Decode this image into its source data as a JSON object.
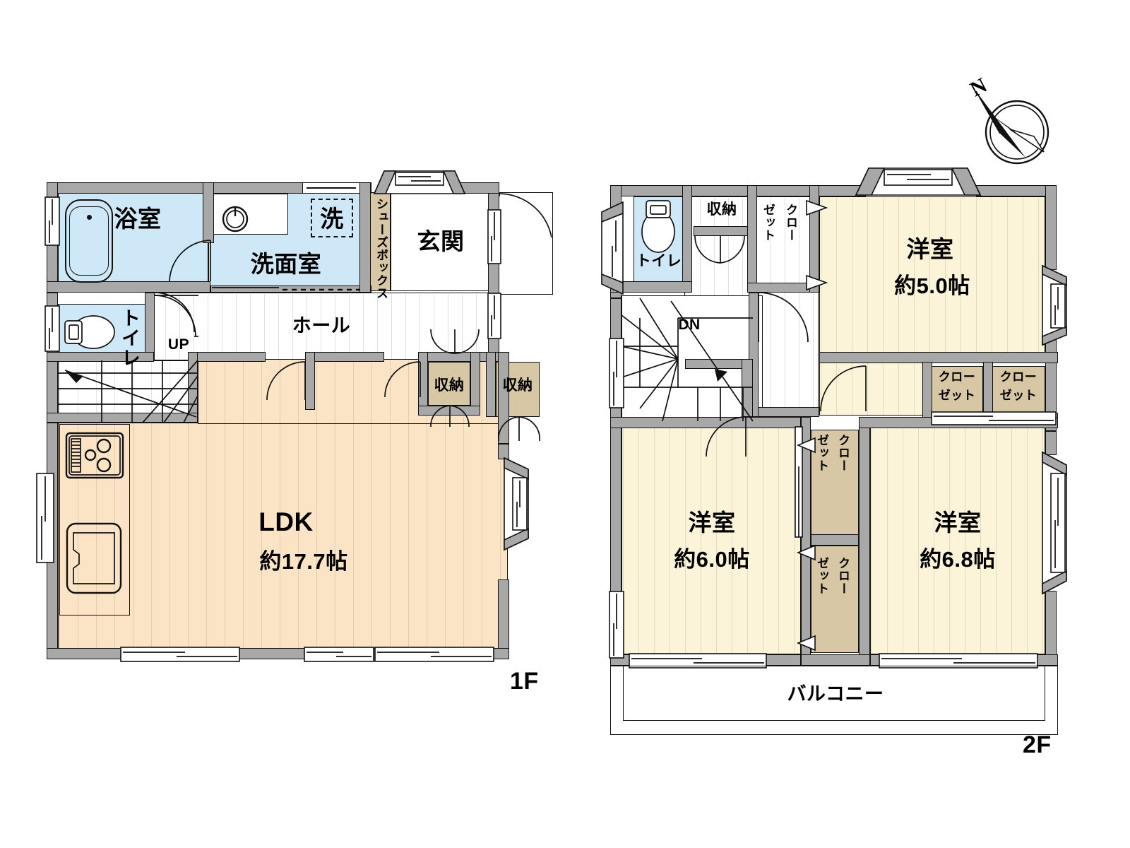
{
  "document": {
    "type": "floor-plan",
    "compass": {
      "label": "N",
      "direction": "northwest"
    },
    "floors": [
      {
        "id": "1F",
        "label": "1F"
      },
      {
        "id": "2F",
        "label": "2F"
      }
    ]
  },
  "colors": {
    "wall": "#a8a8a8",
    "outline": "#111111",
    "wet_room": "#cfe8f7",
    "ldk_floor": "#fbe3c6",
    "bedroom_floor": "#fbf4d9",
    "closet": "#d8c7a4",
    "white": "#ffffff"
  },
  "floor1": {
    "label": "1F",
    "rooms": [
      {
        "name": "bathroom",
        "label": "浴室",
        "area": ""
      },
      {
        "name": "washroom",
        "label": "洗面室",
        "area": ""
      },
      {
        "name": "laundry-space",
        "label": "洗",
        "area": ""
      },
      {
        "name": "toilet",
        "label": "トイレ",
        "area": ""
      },
      {
        "name": "shoe-box",
        "label": "シューズボックス",
        "area": ""
      },
      {
        "name": "entrance",
        "label": "玄関",
        "area": ""
      },
      {
        "name": "hall",
        "label": "ホール",
        "area": ""
      },
      {
        "name": "ldk",
        "label": "LDK",
        "area": "約17.7帖"
      },
      {
        "name": "storage-a",
        "label": "収納",
        "area": ""
      },
      {
        "name": "storage-b",
        "label": "収納",
        "area": ""
      }
    ],
    "stairs": {
      "label": "UP"
    }
  },
  "floor2": {
    "label": "2F",
    "rooms": [
      {
        "name": "toilet",
        "label": "トイレ",
        "area": ""
      },
      {
        "name": "storage",
        "label": "収納",
        "area": ""
      },
      {
        "name": "closet-top",
        "label": "クローゼット",
        "line1": "ゼット",
        "line2": "クロー",
        "area": ""
      },
      {
        "name": "bedroom-north",
        "label": "洋室",
        "area": "約5.0帖"
      },
      {
        "name": "bedroom-west",
        "label": "洋室",
        "area": "約6.0帖"
      },
      {
        "name": "bedroom-east",
        "label": "洋室",
        "area": "約6.8帖"
      },
      {
        "name": "closet-mid-1",
        "label": "クローゼット",
        "line1": "ゼット",
        "line2": "クロー",
        "area": ""
      },
      {
        "name": "closet-mid-2",
        "label": "クローゼット",
        "line1": "ゼット",
        "line2": "クロー",
        "area": ""
      },
      {
        "name": "closet-small-1",
        "line1": "クロー",
        "line2": "ゼット",
        "area": ""
      },
      {
        "name": "closet-small-2",
        "line1": "クロー",
        "line2": "ゼット",
        "area": ""
      },
      {
        "name": "balcony",
        "label": "バルコニー",
        "area": ""
      }
    ],
    "stairs": {
      "label": "DN"
    }
  }
}
